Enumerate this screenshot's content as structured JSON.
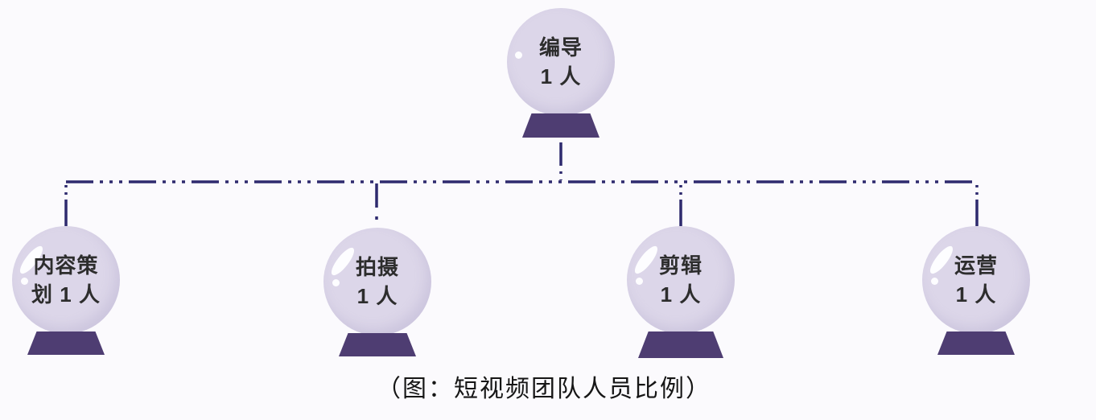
{
  "caption": "（图：短视频团队人员比例）",
  "nodes": [
    {
      "id": "director",
      "role": "编导",
      "count": "1 人",
      "line1": "编导",
      "line2": "1 人"
    },
    {
      "id": "content-planning",
      "role": "内容策划",
      "count": "1 人",
      "line1": "内容策",
      "line2": "划 1 人"
    },
    {
      "id": "shooting",
      "role": "拍摄",
      "count": "1 人",
      "line1": "拍摄",
      "line2": "1 人"
    },
    {
      "id": "editing",
      "role": "剪辑",
      "count": "1 人",
      "line1": "剪辑",
      "line2": "1 人"
    },
    {
      "id": "operations",
      "role": "运营",
      "count": "1 人",
      "line1": "运营",
      "line2": "1 人"
    }
  ],
  "colors": {
    "background": "#fbfafd",
    "ball_fill": "#dcd6e9",
    "stand": "#4e3d72",
    "connector": "#2e2a6e",
    "node_text": "#2d2d2d",
    "caption_text": "#161616"
  }
}
